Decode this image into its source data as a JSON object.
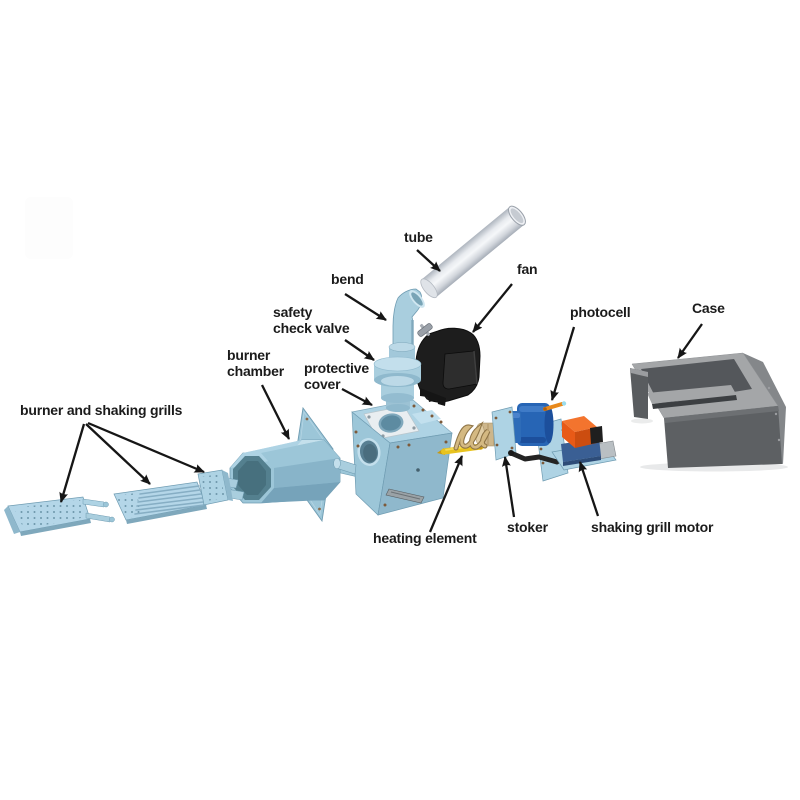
{
  "diagram": {
    "type": "exploded-parts-diagram",
    "labels": {
      "tube": "tube",
      "bend": "bend",
      "safety_check_valve": [
        "safety",
        "check valve"
      ],
      "fan": "fan",
      "photocell": "photocell",
      "case": "Case",
      "burner_chamber": [
        "burner",
        "chamber"
      ],
      "protective_cover": [
        "protective",
        "cover"
      ],
      "burner_and_shaking_grills": "burner and shaking grills",
      "heating_element": "heating element",
      "stoker": "stoker",
      "shaking_grill_motor": "shaking grill motor"
    },
    "colors": {
      "background": "#ffffff",
      "label_color": "#1b1b1b",
      "part_light_blue": "#a9cede",
      "part_light_blue_dark": "#7fa8bc",
      "tube_white": "#eef0f4",
      "fan_black": "#1d1d1d",
      "stoker_blue": "#2765b5",
      "motor_orange": "#e85a17",
      "heater_yellow": "#e8c31f",
      "photocell_orange": "#e8891c",
      "spring_tan": "#c9ab74",
      "case_gray": "#5d6063",
      "case_top_gray": "#a4a6a8"
    }
  }
}
